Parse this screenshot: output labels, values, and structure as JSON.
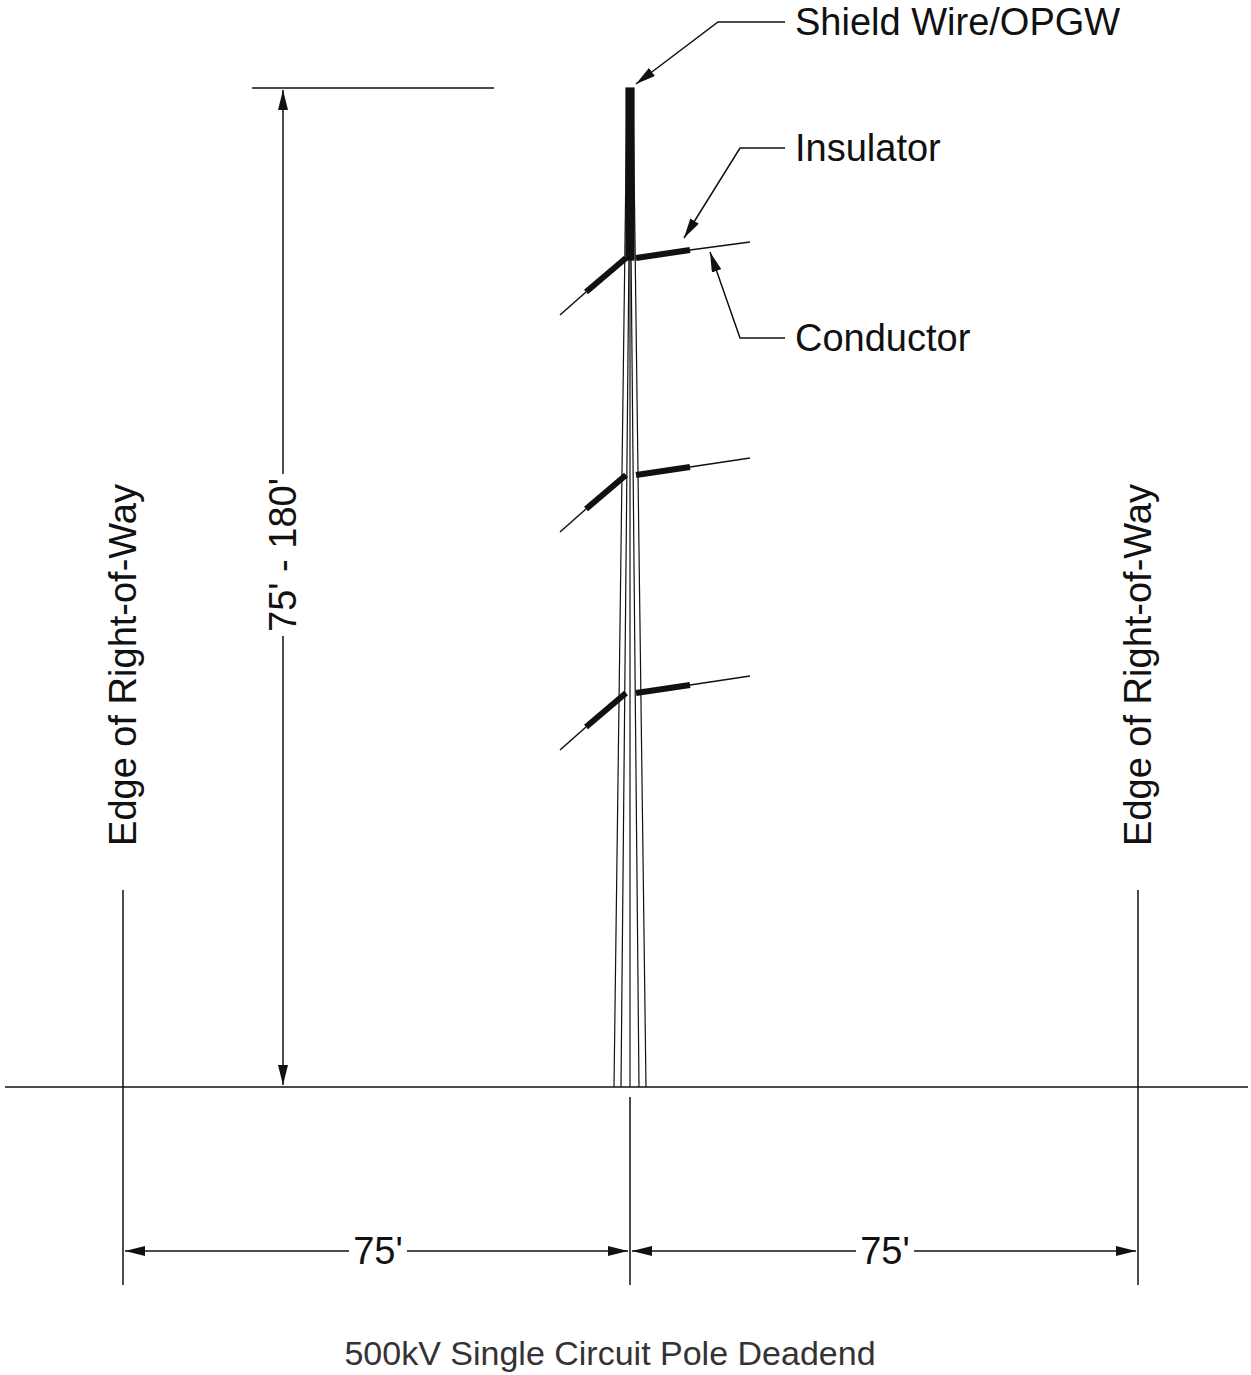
{
  "diagram": {
    "caption": "500kV Single Circuit Pole Deadend",
    "labels": [
      "Shield Wire/OPGW",
      "Insulator",
      "Conductor",
      "Edge of Right-of-Way",
      "75' - 180'",
      "Edge of Right-of-Way",
      "75'",
      "75'"
    ]
  }
}
